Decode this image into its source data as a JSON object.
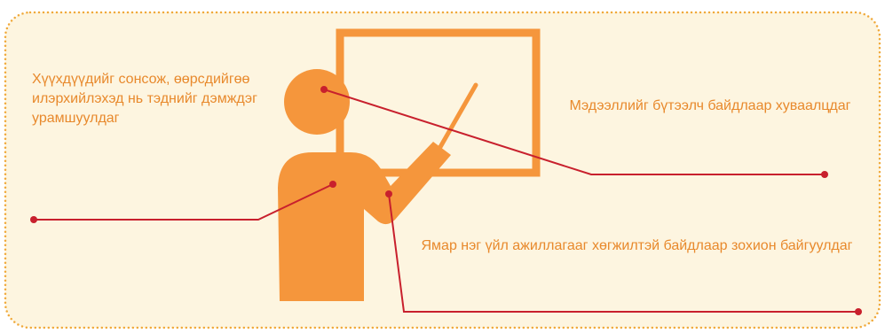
{
  "colors": {
    "panel_fill": "#fdf5e0",
    "panel_border": "#f0a93a",
    "figure": "#f5963c",
    "board": "#f5963c",
    "connector": "#c8202d",
    "text": "#e8892c"
  },
  "labels": {
    "top_left": "Хүүхдүүдийг сонсож, өөрсдийгөө илэрхийлэхэд нь тэднийг дэмждэг урамшуулдаг",
    "top_right": "Мэдээллийг бүтээлч байдлаар хуваалцдаг",
    "bottom_right": "Ямар нэг үйл ажиллагааг хөгжилтэй байдлаар зохион байгуулдаг"
  },
  "icons": {
    "figure": "teacher-pointing-icon",
    "board": "whiteboard-icon"
  }
}
